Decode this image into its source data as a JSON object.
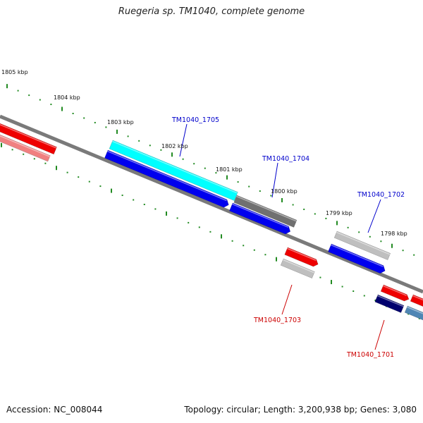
{
  "title": "Ruegeria sp. TM1040, complete genome",
  "footer": {
    "accession": "Accession: NC_008044",
    "stats": "Topology: circular; Length: 3,200,938 bp; Genes: 3,080"
  },
  "scale_labels": [
    "1805 kbp",
    "1804 kbp",
    "1803 kbp",
    "1802 kbp",
    "1801 kbp",
    "1800 kbp",
    "1799 kbp",
    "1798 kbp"
  ],
  "gene_labels": [
    {
      "text": "TM1040_1705",
      "color": "#0000cc"
    },
    {
      "text": "TM1040_1704",
      "color": "#0000cc"
    },
    {
      "text": "TM1040_1702",
      "color": "#0000cc"
    },
    {
      "text": "TM1040_1703",
      "color": "#cc0000"
    },
    {
      "text": "TM1040_1701",
      "color": "#cc0000"
    }
  ],
  "colors": {
    "backbone": "#7a7a7a",
    "tick": "#228b22",
    "cds_forward": "#0000ee",
    "cds_reverse": "#ee0000",
    "highlight": "#00ffff",
    "gray": "#707070",
    "light_gray": "#bfbfbf",
    "navy": "#00006e",
    "steel_blue": "#4f86b4",
    "pink": "#f08080"
  }
}
